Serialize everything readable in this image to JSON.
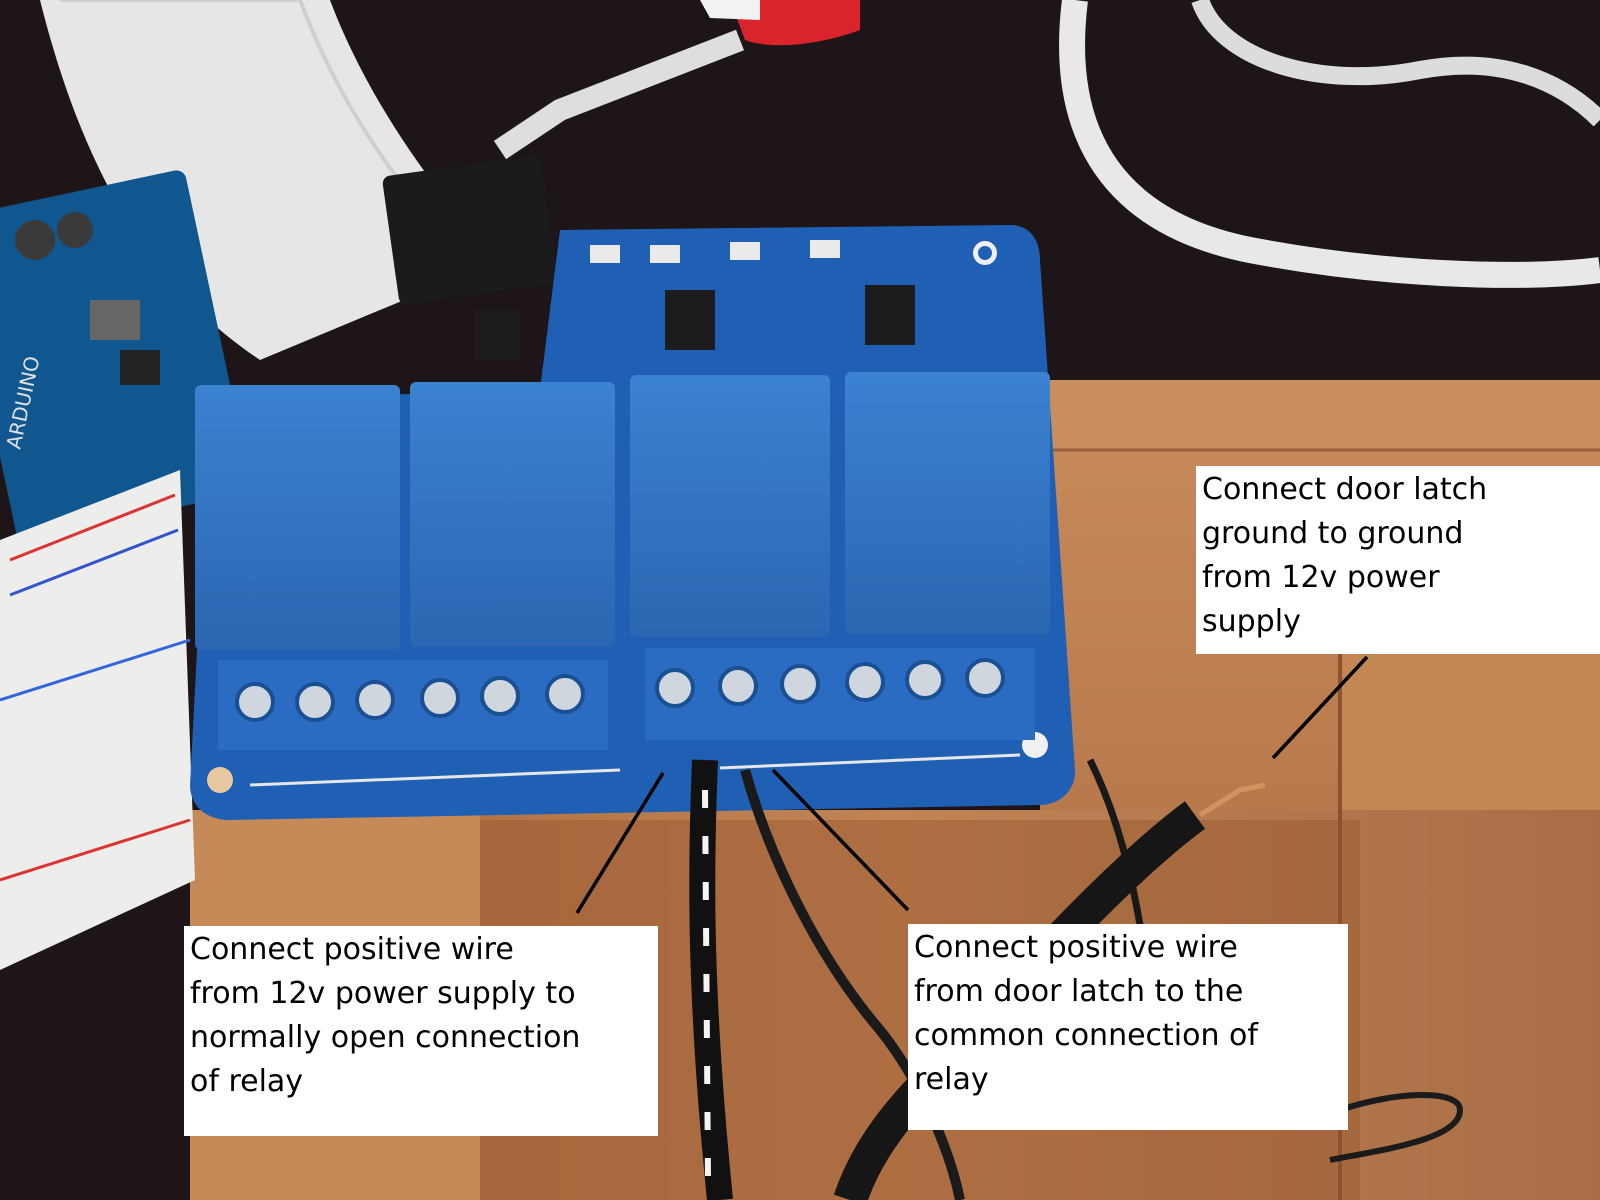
{
  "callouts": {
    "ground": {
      "lines": [
        "Connect door latch",
        "ground to ground",
        "from 12v power",
        "supply"
      ]
    },
    "positive_no": {
      "lines": [
        "Connect positive wire",
        "from 12v power supply to",
        "normally open connection",
        "of relay"
      ]
    },
    "positive_com": {
      "lines": [
        "Connect positive wire",
        "from door latch to the",
        "common connection of",
        "relay"
      ]
    }
  },
  "colors": {
    "board_blue": "#1e63b8",
    "relay_blue": "#2d74c8",
    "wood": "#b57a4c",
    "desk": "#1c1416",
    "label_bg": "#ffffff"
  }
}
